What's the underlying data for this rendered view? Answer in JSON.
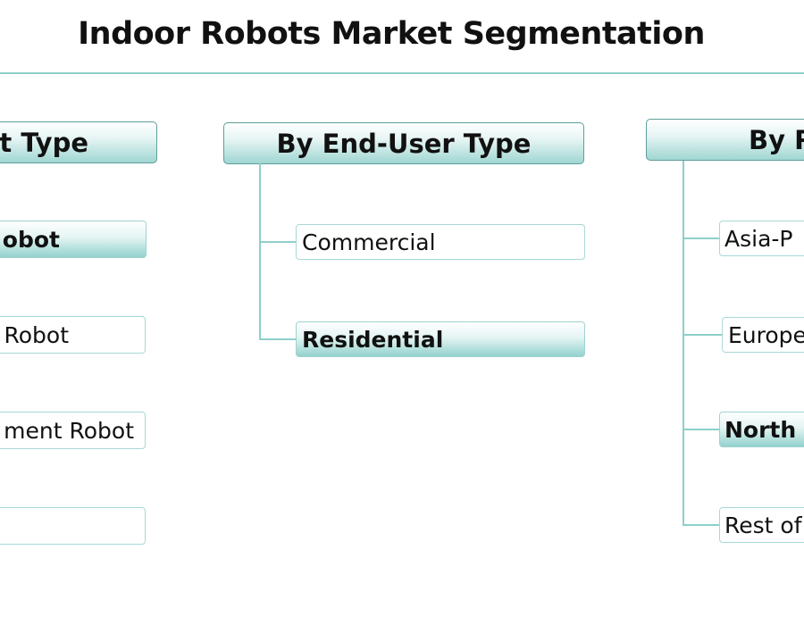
{
  "title": "Indoor Robots Market Segmentation",
  "columns": [
    {
      "header": "t Type",
      "items": [
        {
          "label": "obot",
          "highlighted": true
        },
        {
          "label": "Robot",
          "highlighted": false
        },
        {
          "label": "ment Robot",
          "highlighted": false
        },
        {
          "label": "",
          "highlighted": false
        }
      ]
    },
    {
      "header": "By End-User Type",
      "items": [
        {
          "label": "Commercial",
          "highlighted": false
        },
        {
          "label": "Residential",
          "highlighted": true
        }
      ]
    },
    {
      "header": "By R",
      "items": [
        {
          "label": "Asia-P",
          "highlighted": false
        },
        {
          "label": "Europe",
          "highlighted": false
        },
        {
          "label": "North A",
          "highlighted": true
        },
        {
          "label": "Rest of",
          "highlighted": false
        }
      ]
    }
  ],
  "colors": {
    "accent": "#8ecfcc",
    "border": "#5f9e9b"
  }
}
